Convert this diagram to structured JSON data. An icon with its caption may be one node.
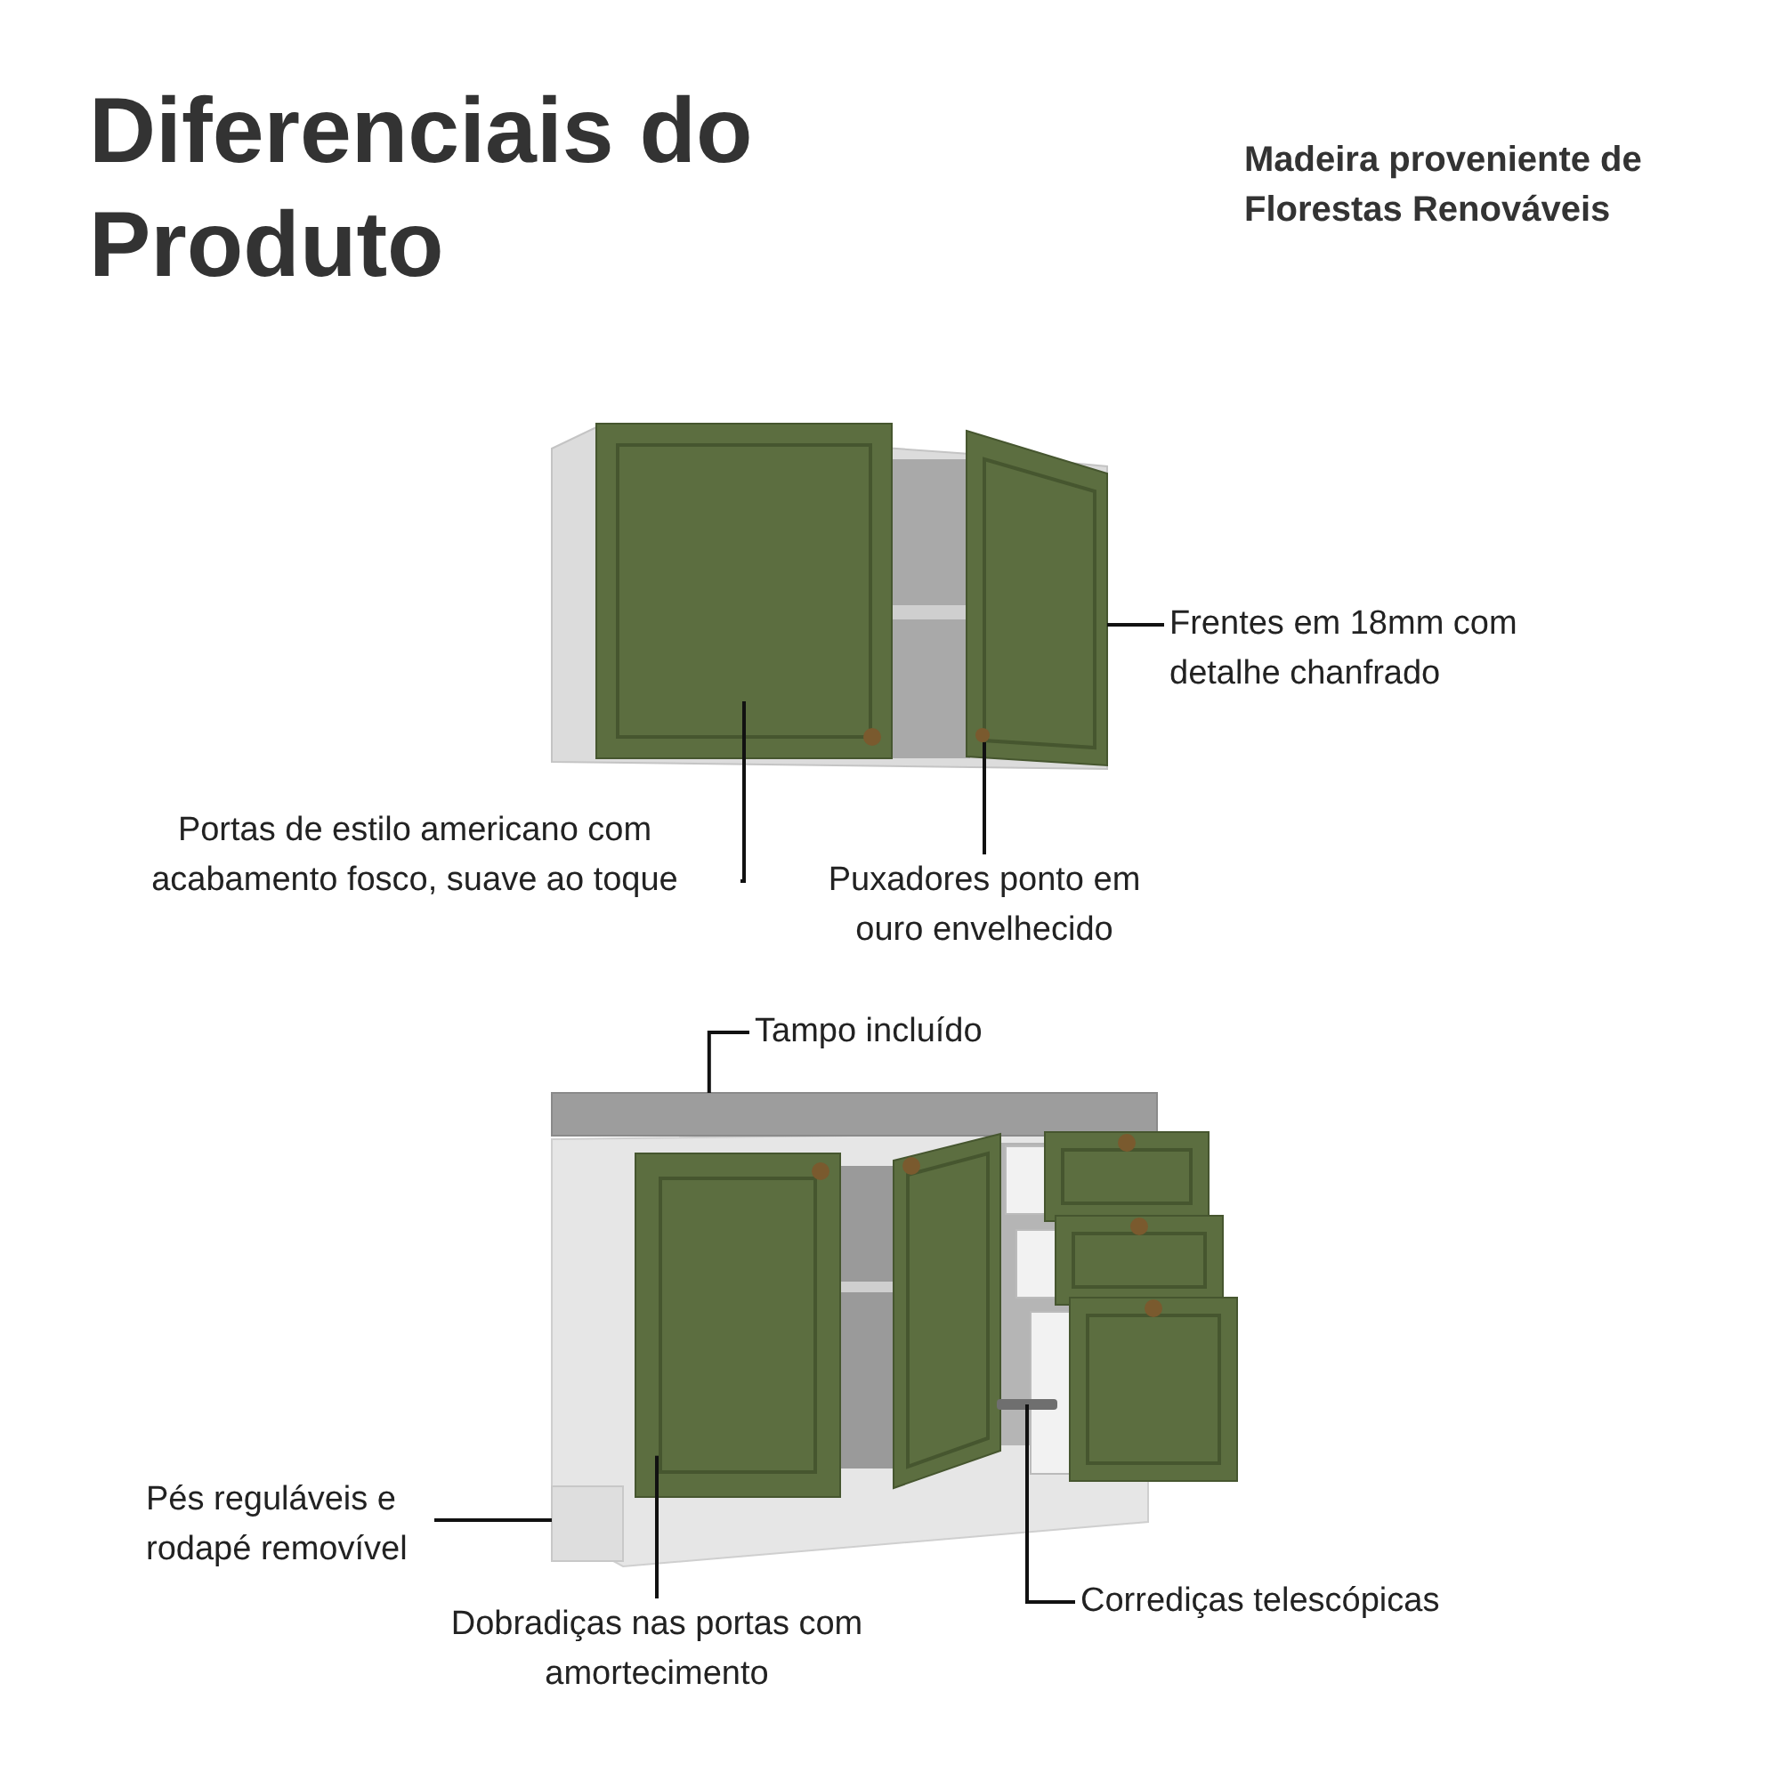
{
  "diagram": {
    "title": "Diferenciais do Produto",
    "nodes": [
      {
        "text": [
          "Frentes em 18mm com detalhe chanfrado"
        ]
      },
      {
        "text": [
          "Portas de estilo americano com acabamento fosco, suave ao toque"
        ]
      },
      {
        "text": [
          "Puxadores ponto em ouro envelhecido"
        ]
      },
      {
        "text": [
          "Tampo incluído"
        ]
      },
      {
        "text": [
          "Pés reguláveis e rodapé removível"
        ]
      },
      {
        "text": [
          "Dobradiças nas portas com amortecimento"
        ]
      },
      {
        "text": [
          "Corrediças telescópicas"
        ]
      },
      {
        "text": [],
        "shape": "picture"
      },
      {
        "text": [],
        "shape": "picture"
      },
      {
        "text": [],
        "shape": "circle",
        "in": 7
      },
      {
        "text": [],
        "shape": "box"
      },
      {
        "text": [],
        "shape": "box"
      },
      {
        "text": [],
        "shape": "picture"
      },
      {
        "text": [],
        "shape": "bar"
      }
    ],
    "edges": [
      {
        "from": 0,
        "to": 7,
        "arrow": "none"
      },
      {
        "from": 1,
        "to": 8,
        "arrow": "none"
      },
      {
        "from": 2,
        "to": 9,
        "arrow": "none"
      },
      {
        "from": 3,
        "to": 10,
        "arrow": "none"
      },
      {
        "from": 4,
        "to": 11,
        "arrow": "none"
      },
      {
        "from": 5,
        "to": 12,
        "arrow": "none"
      },
      {
        "from": 6,
        "to": 13,
        "arrow": "none"
      }
    ],
    "labels": [
      "Madeira proveniente de Florestas Renováveis"
    ]
  }
}
